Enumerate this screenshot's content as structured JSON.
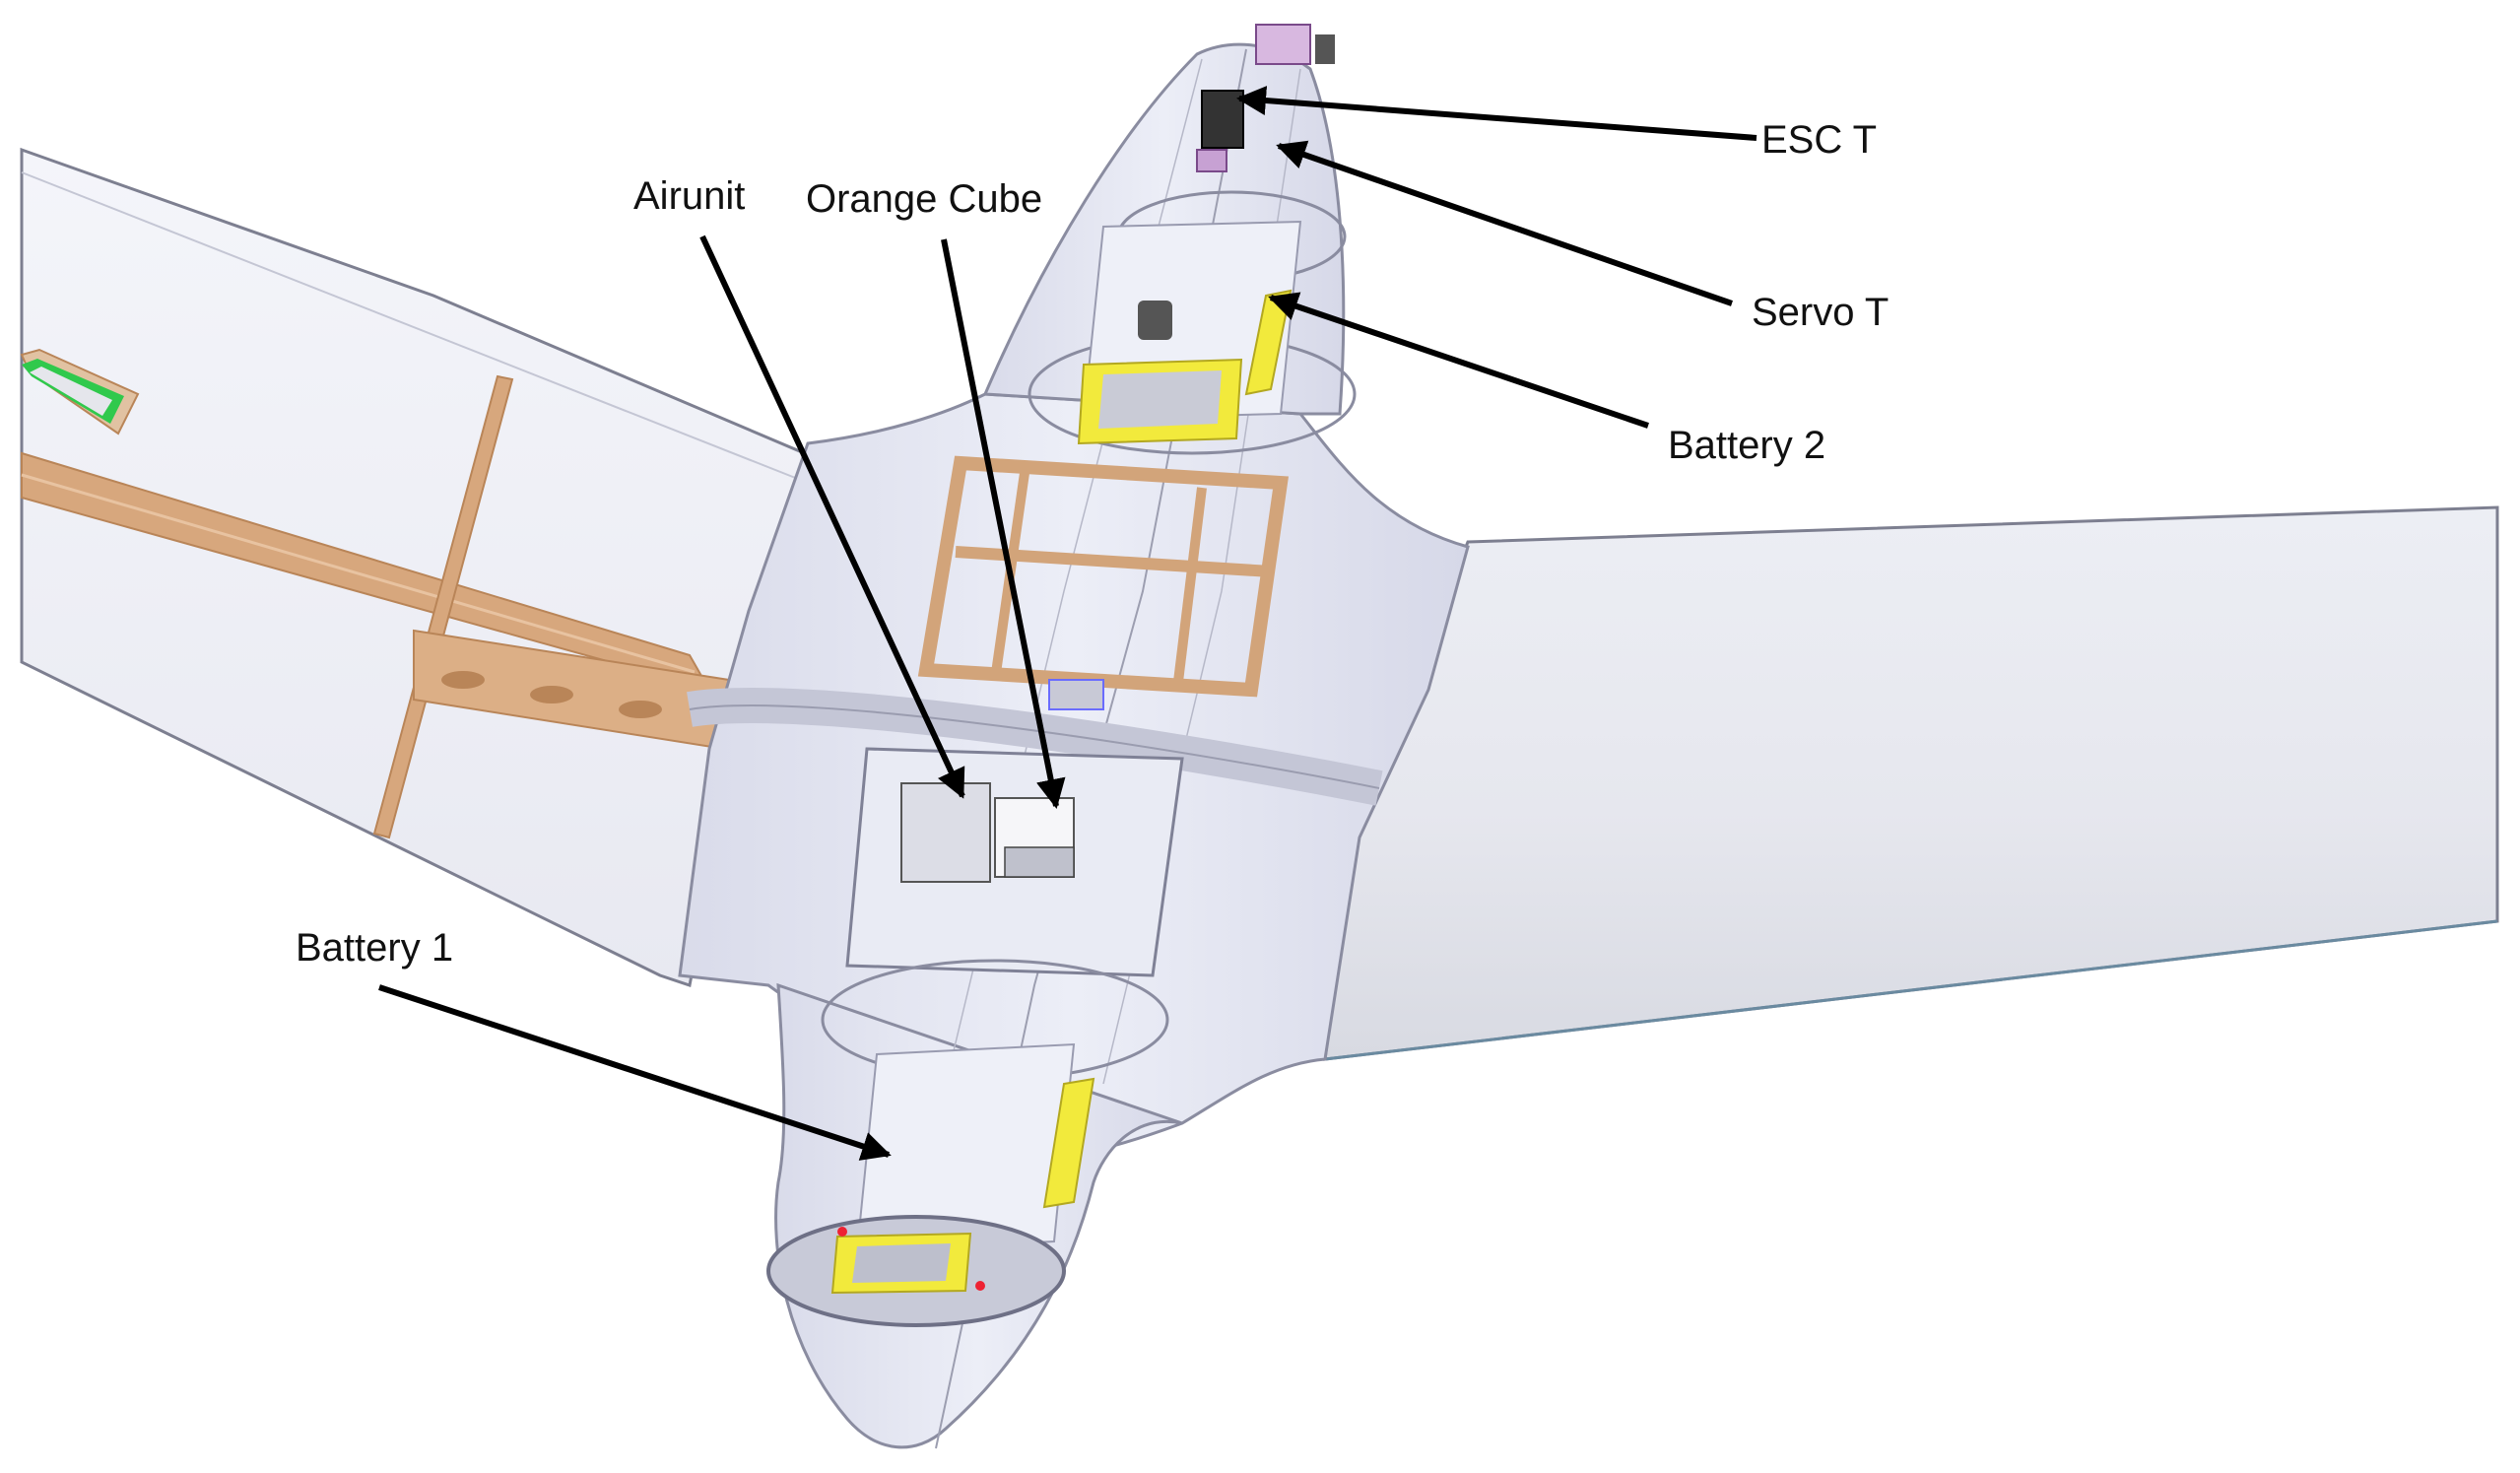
{
  "diagram": {
    "labels": {
      "esc": "ESC T",
      "servo": "Servo T",
      "battery2": "Battery 2",
      "airunit": "Airunit",
      "orange_cube": "Orange Cube",
      "battery1": "Battery 1"
    },
    "colors": {
      "body_fill": "#e3e5f2",
      "body_stroke": "#8a8ca0",
      "wing_fill": "#f1f2f7",
      "wood": "#d7a77d",
      "wood_dark": "#b98558",
      "battery_yellow": "#f2ea3c",
      "hatch_green": "#2ec84a",
      "arrow": "#000000",
      "background": "#ffffff"
    }
  }
}
